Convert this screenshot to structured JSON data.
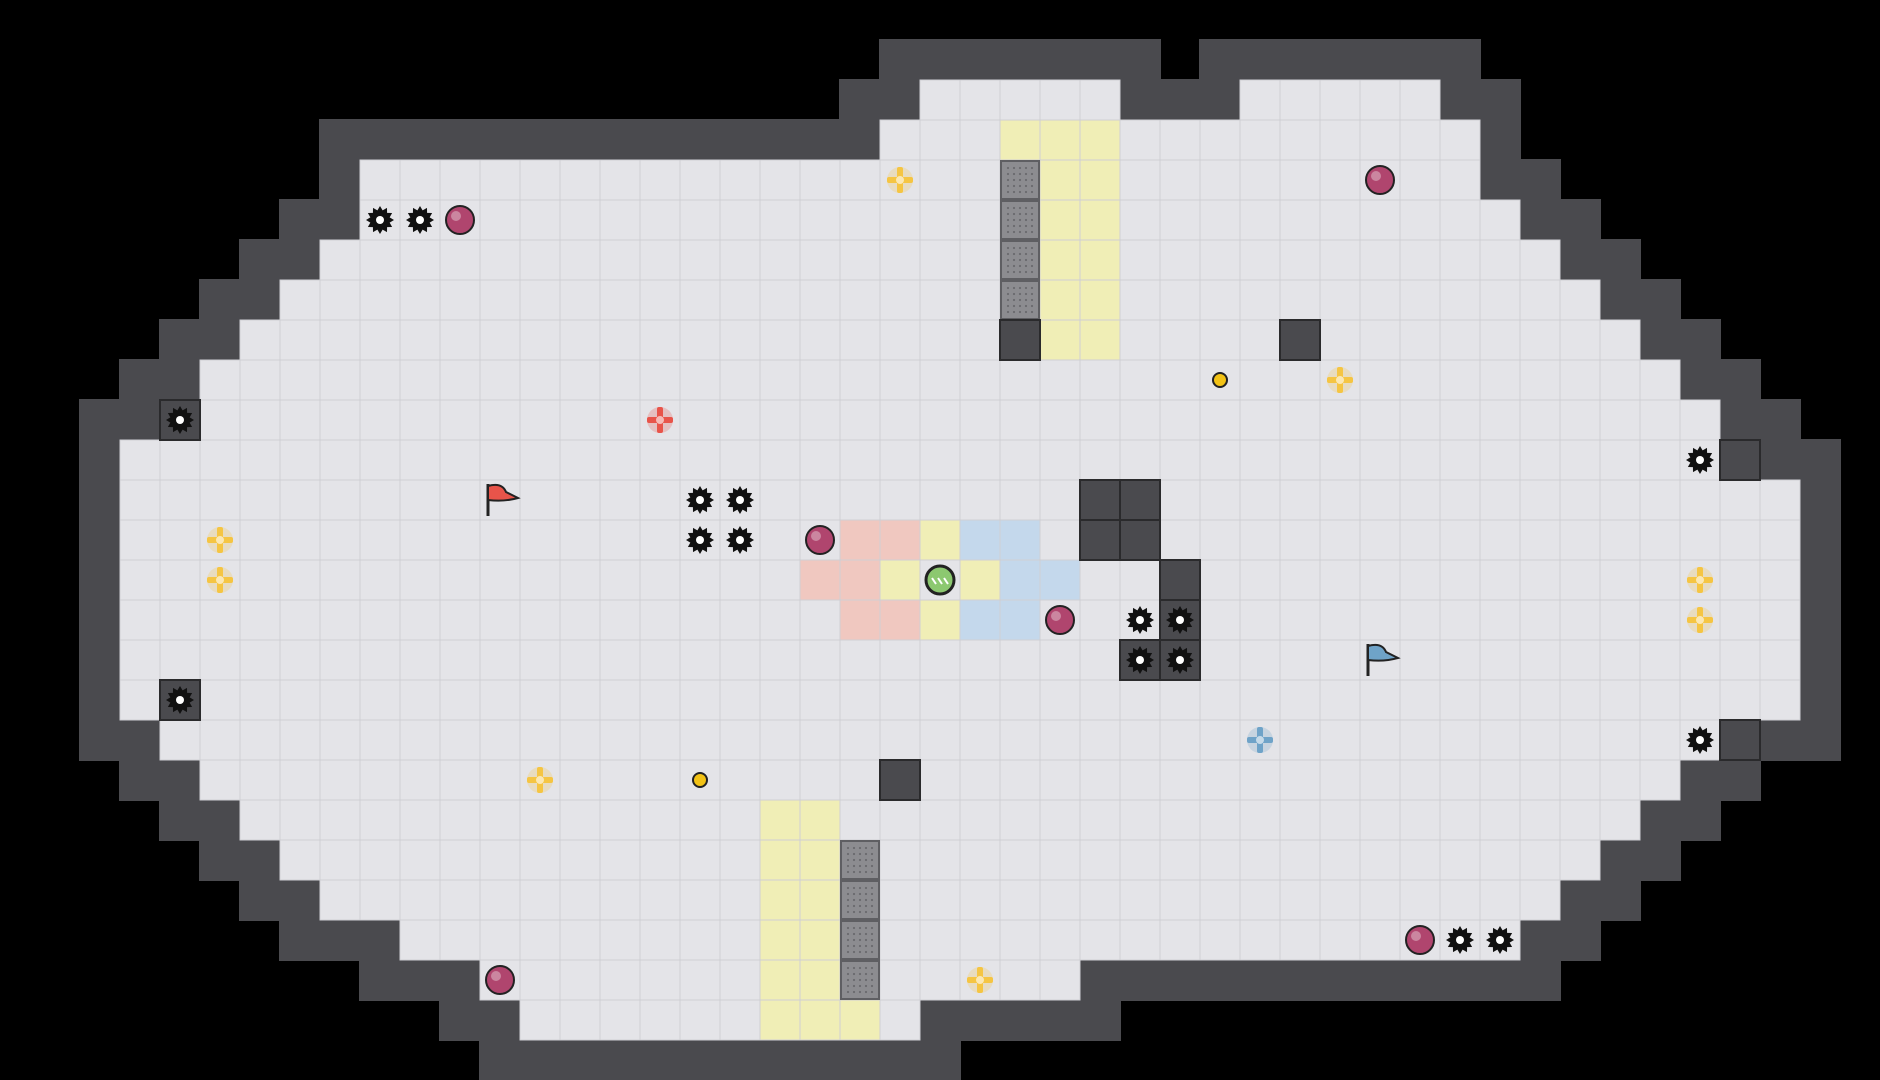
{
  "game": {
    "grid": {
      "cols": 44,
      "rows": 24
    },
    "colors": {
      "background": "#000000",
      "wall": "#4a4a4e",
      "wall_edge": "#2a2a2c",
      "floor": "#e4e4e8",
      "floor_line": "#cfcfd4",
      "zone_yellow": "#f0eeb6",
      "zone_red": "#f0c8c0",
      "zone_blue": "#c4d8ec",
      "gate": "#8c8c90",
      "red_team": "#e8544a",
      "blue_team": "#6fa3c8",
      "boost": "#f5c542",
      "powerup": "#b0456e",
      "bomb": "#111111",
      "ball": "#8cc870",
      "portal": "#f2c215"
    },
    "tiles": {
      "floor_rows": [
        [
          [
            21,
            25
          ],
          [
            29,
            33
          ]
        ],
        [
          [
            20,
            34
          ]
        ],
        [
          [
            7,
            34
          ]
        ],
        [
          [
            7,
            35
          ]
        ],
        [
          [
            6,
            36
          ]
        ],
        [
          [
            5,
            37
          ]
        ],
        [
          [
            4,
            38
          ]
        ],
        [
          [
            3,
            39
          ]
        ],
        [
          [
            2,
            40
          ]
        ],
        [
          [
            1,
            41
          ]
        ],
        [
          [
            1,
            42
          ]
        ],
        [
          [
            1,
            42
          ]
        ],
        [
          [
            1,
            42
          ]
        ],
        [
          [
            1,
            42
          ]
        ],
        [
          [
            1,
            42
          ]
        ],
        [
          [
            1,
            42
          ]
        ],
        [
          [
            2,
            40
          ]
        ],
        [
          [
            3,
            39
          ]
        ],
        [
          [
            4,
            38
          ]
        ],
        [
          [
            5,
            37
          ]
        ],
        [
          [
            6,
            36
          ]
        ],
        [
          [
            8,
            35
          ]
        ],
        [
          [
            10,
            23
          ],
          [
            24,
            24
          ]
        ],
        [
          [
            11,
            20
          ]
        ]
      ],
      "wall_blocks": [
        [
          2,
          8
        ],
        [
          2,
          15
        ],
        [
          41,
          9
        ],
        [
          41,
          16
        ],
        [
          23,
          6
        ],
        [
          25,
          10
        ],
        [
          25,
          11
        ],
        [
          26,
          10
        ],
        [
          26,
          11
        ],
        [
          27,
          13
        ],
        [
          27,
          14
        ],
        [
          26,
          14
        ],
        [
          27,
          12
        ],
        [
          20,
          17
        ],
        [
          30,
          6
        ]
      ],
      "gates": [
        [
          23,
          2
        ],
        [
          23,
          3
        ],
        [
          23,
          4
        ],
        [
          23,
          5
        ],
        [
          19,
          19
        ],
        [
          19,
          20
        ],
        [
          19,
          21
        ],
        [
          19,
          22
        ]
      ],
      "zones_yellow": [
        [
          23,
          1
        ],
        [
          24,
          1
        ],
        [
          25,
          1
        ],
        [
          24,
          2
        ],
        [
          25,
          2
        ],
        [
          24,
          3
        ],
        [
          25,
          3
        ],
        [
          24,
          4
        ],
        [
          25,
          4
        ],
        [
          24,
          5
        ],
        [
          25,
          5
        ],
        [
          24,
          6
        ],
        [
          25,
          6
        ],
        [
          17,
          18
        ],
        [
          18,
          18
        ],
        [
          17,
          19
        ],
        [
          18,
          19
        ],
        [
          17,
          20
        ],
        [
          18,
          20
        ],
        [
          17,
          21
        ],
        [
          18,
          21
        ],
        [
          17,
          22
        ],
        [
          18,
          22
        ],
        [
          17,
          23
        ],
        [
          18,
          23
        ],
        [
          19,
          23
        ],
        [
          21,
          11
        ],
        [
          20,
          12
        ],
        [
          21,
          13
        ],
        [
          22,
          12
        ]
      ],
      "zones_red": [
        [
          19,
          11
        ],
        [
          20,
          11
        ],
        [
          18,
          12
        ],
        [
          19,
          12
        ],
        [
          19,
          13
        ],
        [
          20,
          13
        ]
      ],
      "zones_blue": [
        [
          22,
          11
        ],
        [
          23,
          11
        ],
        [
          23,
          12
        ],
        [
          24,
          12
        ],
        [
          22,
          13
        ],
        [
          23,
          13
        ]
      ]
    },
    "entities": {
      "flags": [
        {
          "team": "red",
          "cell": [
            10,
            10
          ]
        },
        {
          "team": "blue",
          "cell": [
            32,
            14
          ]
        }
      ],
      "ball": {
        "cell": [
          21,
          12
        ]
      },
      "team_boosts": [
        {
          "team": "red",
          "cell": [
            14,
            8
          ]
        },
        {
          "team": "blue",
          "cell": [
            29,
            16
          ]
        }
      ],
      "boosts": [
        [
          20,
          2
        ],
        [
          31,
          7
        ],
        [
          3,
          11
        ],
        [
          3,
          12
        ],
        [
          40,
          12
        ],
        [
          40,
          13
        ],
        [
          11,
          17
        ],
        [
          22,
          22
        ]
      ],
      "powerups": [
        [
          9,
          3
        ],
        [
          32,
          2
        ],
        [
          18,
          11
        ],
        [
          24,
          13
        ],
        [
          33,
          21
        ],
        [
          10,
          22
        ]
      ],
      "bombs": [
        [
          7,
          3
        ],
        [
          8,
          3
        ],
        [
          2,
          8
        ],
        [
          40,
          9
        ],
        [
          15,
          10
        ],
        [
          16,
          10
        ],
        [
          15,
          11
        ],
        [
          16,
          11
        ],
        [
          26,
          13
        ],
        [
          27,
          13
        ],
        [
          26,
          14
        ],
        [
          27,
          14
        ],
        [
          2,
          15
        ],
        [
          40,
          16
        ],
        [
          34,
          21
        ],
        [
          35,
          21
        ]
      ],
      "portals": [
        [
          28,
          7
        ],
        [
          15,
          17
        ]
      ]
    }
  }
}
